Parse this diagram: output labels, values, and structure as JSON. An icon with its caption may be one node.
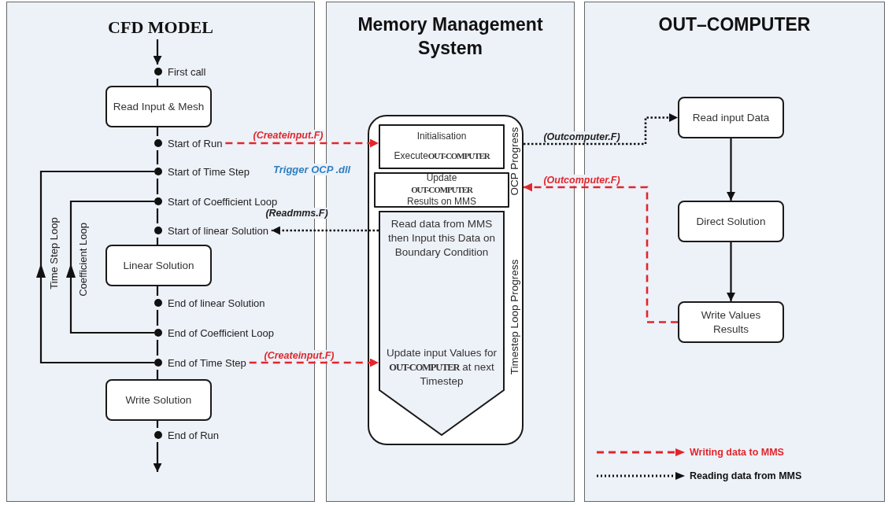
{
  "diagram": {
    "nodes": [
      {
        "text": [
          "CFD MODEL"
        ]
      },
      {
        "text": [
          "Memory Management System"
        ]
      },
      {
        "text": [
          "OUT–COMPUTER"
        ]
      },
      {
        "text": [
          "First call"
        ],
        "in": 0
      },
      {
        "text": [
          "Read Input & Mesh"
        ],
        "in": 0
      },
      {
        "text": [
          "Start of Run"
        ],
        "in": 0
      },
      {
        "text": [
          "Start of Time Step"
        ],
        "in": 0
      },
      {
        "text": [
          "Start of Coefficient Loop"
        ],
        "in": 0
      },
      {
        "text": [
          "Start of linear Solution"
        ],
        "in": 0
      },
      {
        "text": [
          "Linear Solution"
        ],
        "in": 0
      },
      {
        "text": [
          "End of linear Solution"
        ],
        "in": 0
      },
      {
        "text": [
          "End of Coefficient Loop"
        ],
        "in": 0
      },
      {
        "text": [
          "End of Time Step"
        ],
        "in": 0
      },
      {
        "text": [
          "Write Solution"
        ],
        "in": 0
      },
      {
        "text": [
          "End of Run"
        ],
        "in": 0
      },
      {
        "text": [
          "OCP Progress",
          "Timestep Loop Progress"
        ],
        "in": 1
      },
      {
        "text": [
          "Initialisation",
          "Execute**OUT-COMPUTER**"
        ],
        "in": 15
      },
      {
        "text": [
          "Update **OUT-COMPUTER** Results on MMS"
        ],
        "in": 15
      },
      {
        "text": [
          "Read data from MMS then Input this Data on Boundary Condition",
          "Update input Values for **OUT-COMPUTER** at next Timestep"
        ],
        "in": 15
      },
      {
        "text": [
          "Read input Data"
        ],
        "in": 2
      },
      {
        "text": [
          "Direct Solution"
        ],
        "in": 2
      },
      {
        "text": [
          "Write Values Results"
        ],
        "in": 2
      }
    ],
    "edges": [
      {
        "from": null,
        "to": 3,
        "arrow": "to"
      },
      {
        "from": 3,
        "to": 4,
        "arrow": "none"
      },
      {
        "from": 4,
        "to": 5,
        "arrow": "none"
      },
      {
        "from": 5,
        "to": 6,
        "arrow": "none"
      },
      {
        "from": 6,
        "to": 7,
        "arrow": "none"
      },
      {
        "from": 7,
        "to": 8,
        "arrow": "none"
      },
      {
        "from": 8,
        "to": 9,
        "arrow": "none"
      },
      {
        "from": 9,
        "to": 10,
        "arrow": "none"
      },
      {
        "from": 10,
        "to": 11,
        "arrow": "none"
      },
      {
        "from": 11,
        "to": 12,
        "arrow": "none"
      },
      {
        "from": 12,
        "to": 13,
        "arrow": "none"
      },
      {
        "from": 13,
        "to": 14,
        "arrow": "none"
      },
      {
        "from": 14,
        "to": null,
        "arrow": "to"
      },
      {
        "from": 12,
        "to": 6,
        "arrow": "to",
        "label": "Time Step Loop"
      },
      {
        "from": 11,
        "to": 7,
        "arrow": "to",
        "label": "Coefficient Loop"
      },
      {
        "from": 5,
        "to": 16,
        "arrow": "to",
        "label": "(Createinput.F)",
        "style": "dashed",
        "color": "#e0262b"
      },
      {
        "from": 18,
        "to": 8,
        "arrow": "to",
        "label": "(Readmms.F)",
        "style": "dashed"
      },
      {
        "from": 12,
        "to": 18,
        "arrow": "to",
        "label": "(Createinput.F)",
        "style": "dashed",
        "color": "#e0262b"
      },
      {
        "from": 15,
        "to": 19,
        "arrow": "to",
        "label": "(Outcomputer.F)",
        "style": "dashed"
      },
      {
        "from": 21,
        "to": 15,
        "arrow": "to",
        "label": "(Outcomputer.F)",
        "style": "dashed",
        "color": "#e0262b"
      },
      {
        "from": 19,
        "to": 20,
        "arrow": "to"
      },
      {
        "from": 20,
        "to": 21,
        "arrow": "to"
      }
    ],
    "labels": [
      "Trigger OCP .dll"
    ],
    "legend": [
      {
        "text": "Writing data to MMS"
      },
      {
        "text": "Reading data from MMS"
      }
    ]
  }
}
